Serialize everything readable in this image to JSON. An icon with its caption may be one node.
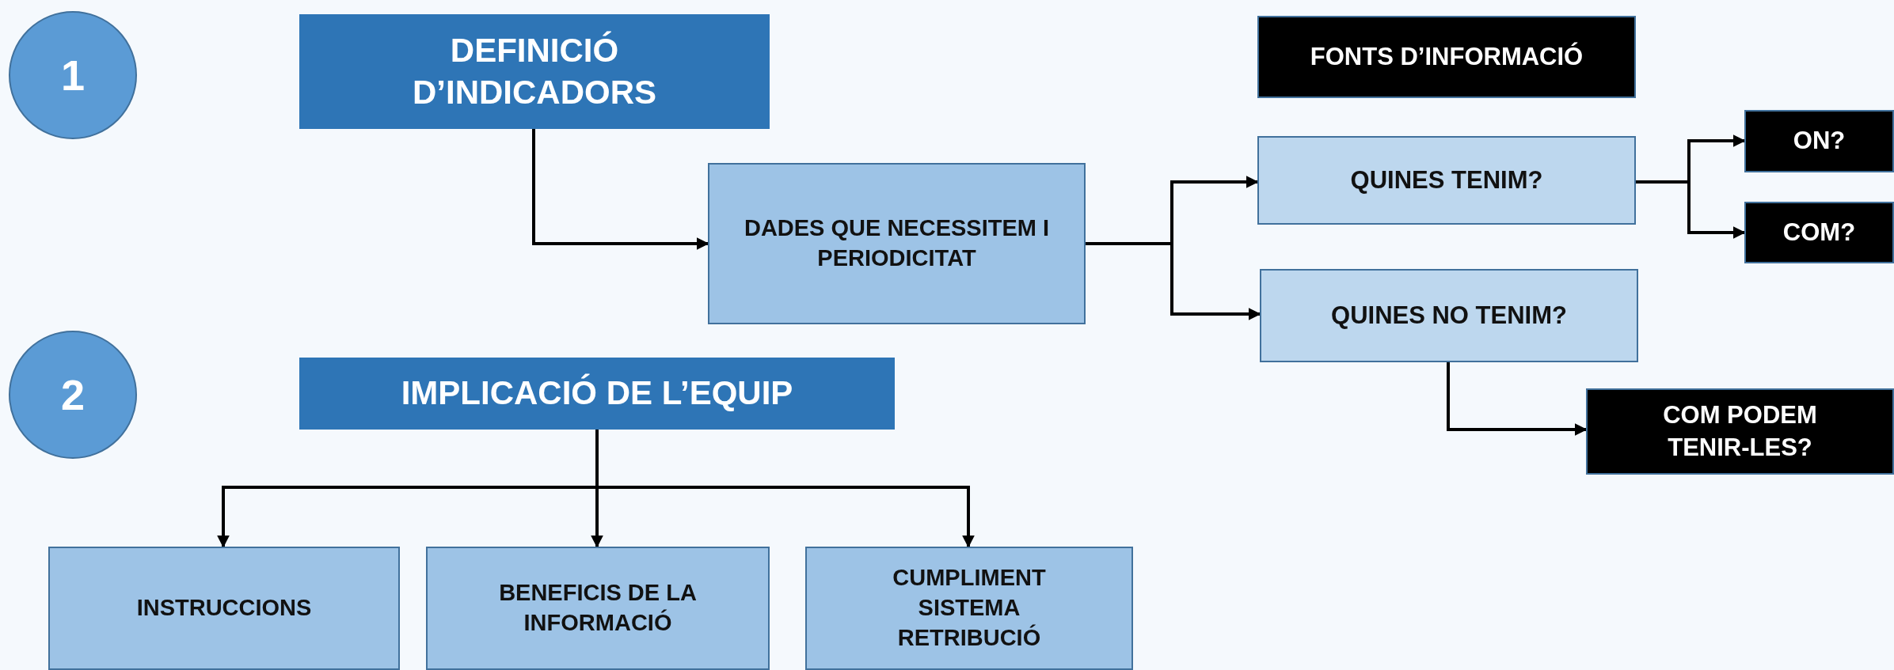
{
  "diagram": {
    "nodes": [
      {
        "text": [
          "1"
        ]
      },
      {
        "text": [
          "DEFINICIÓ D’INDICADORS"
        ]
      },
      {
        "text": [
          "DADES QUE NECESSITEM I PERIODICITAT"
        ]
      },
      {
        "text": [
          "FONTS D’INFORMACIÓ"
        ]
      },
      {
        "text": [
          "QUINES TENIM?"
        ]
      },
      {
        "text": [
          "QUINES NO TENIM?"
        ]
      },
      {
        "text": [
          "ON?"
        ]
      },
      {
        "text": [
          "COM?"
        ]
      },
      {
        "text": [
          "COM PODEM TENIR-LES?"
        ]
      },
      {
        "text": [
          "2"
        ]
      },
      {
        "text": [
          "IMPLICACIÓ DE L’EQUIP"
        ]
      },
      {
        "text": [
          "INSTRUCCIONS"
        ]
      },
      {
        "text": [
          "BENEFICIS DE LA INFORMACIÓ"
        ]
      },
      {
        "text": [
          "CUMPLIMENT SISTEMA RETRIBUCIÓ"
        ]
      }
    ],
    "edges": [
      {
        "from": 1,
        "to": 2,
        "arrow": "to"
      },
      {
        "from": 2,
        "to": 4,
        "arrow": "to"
      },
      {
        "from": 2,
        "to": 5,
        "arrow": "to"
      },
      {
        "from": 4,
        "to": 6,
        "arrow": "to"
      },
      {
        "from": 4,
        "to": 7,
        "arrow": "to"
      },
      {
        "from": 5,
        "to": 8,
        "arrow": "to"
      },
      {
        "from": 10,
        "to": 11,
        "arrow": "to"
      },
      {
        "from": 10,
        "to": 12,
        "arrow": "to"
      },
      {
        "from": 10,
        "to": 13,
        "arrow": "to"
      }
    ]
  }
}
